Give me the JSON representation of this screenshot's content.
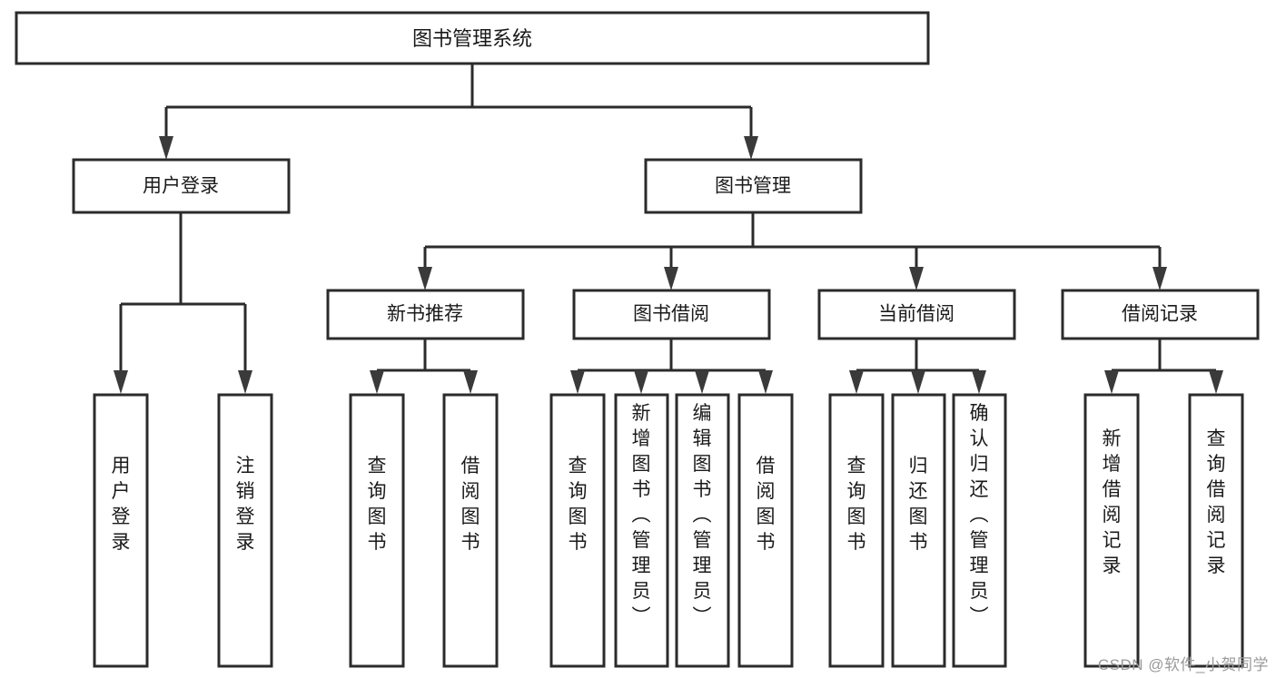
{
  "diagram": {
    "title": "图书管理系统",
    "type": "hierarchy-tree",
    "root": {
      "id": "root",
      "label": "图书管理系统",
      "level": 0
    },
    "level1": [
      {
        "id": "user-login",
        "label": "用户登录"
      },
      {
        "id": "book-manage",
        "label": "图书管理"
      }
    ],
    "level2": [
      {
        "id": "new-book-recommend",
        "label": "新书推荐",
        "parent": "book-manage"
      },
      {
        "id": "book-borrow",
        "label": "图书借阅",
        "parent": "book-manage"
      },
      {
        "id": "current-borrow",
        "label": "当前借阅",
        "parent": "book-manage"
      },
      {
        "id": "borrow-record",
        "label": "借阅记录",
        "parent": "book-manage"
      }
    ],
    "leaves": {
      "user-login": [
        {
          "id": "leaf-user-login",
          "label": "用户登录"
        },
        {
          "id": "leaf-logout-login",
          "label": "注销登录"
        }
      ],
      "new-book-recommend": [
        {
          "id": "leaf-query-book-1",
          "label": "查询图书"
        },
        {
          "id": "leaf-borrow-book-1",
          "label": "借阅图书"
        }
      ],
      "book-borrow": [
        {
          "id": "leaf-query-book-2",
          "label": "查询图书"
        },
        {
          "id": "leaf-add-book-admin",
          "label": "新增图书（管理员）"
        },
        {
          "id": "leaf-edit-book-admin",
          "label": "编辑图书（管理员）"
        },
        {
          "id": "leaf-borrow-book-2",
          "label": "借阅图书"
        }
      ],
      "current-borrow": [
        {
          "id": "leaf-query-book-3",
          "label": "查询图书"
        },
        {
          "id": "leaf-return-book",
          "label": "归还图书"
        },
        {
          "id": "leaf-confirm-return-admin",
          "label": "确认归还（管理员）"
        }
      ],
      "borrow-record": [
        {
          "id": "leaf-add-borrow-record",
          "label": "新增借阅记录"
        },
        {
          "id": "leaf-query-borrow-record",
          "label": "查询借阅记录"
        }
      ]
    }
  },
  "watermark": {
    "text": "CSDN @软件_小贺同学"
  },
  "colors": {
    "stroke": "#2b2b2b",
    "arrow": "#3a3a3a",
    "text": "#1a1a1a",
    "background": "#ffffff",
    "watermark": "#9a9a9a"
  }
}
